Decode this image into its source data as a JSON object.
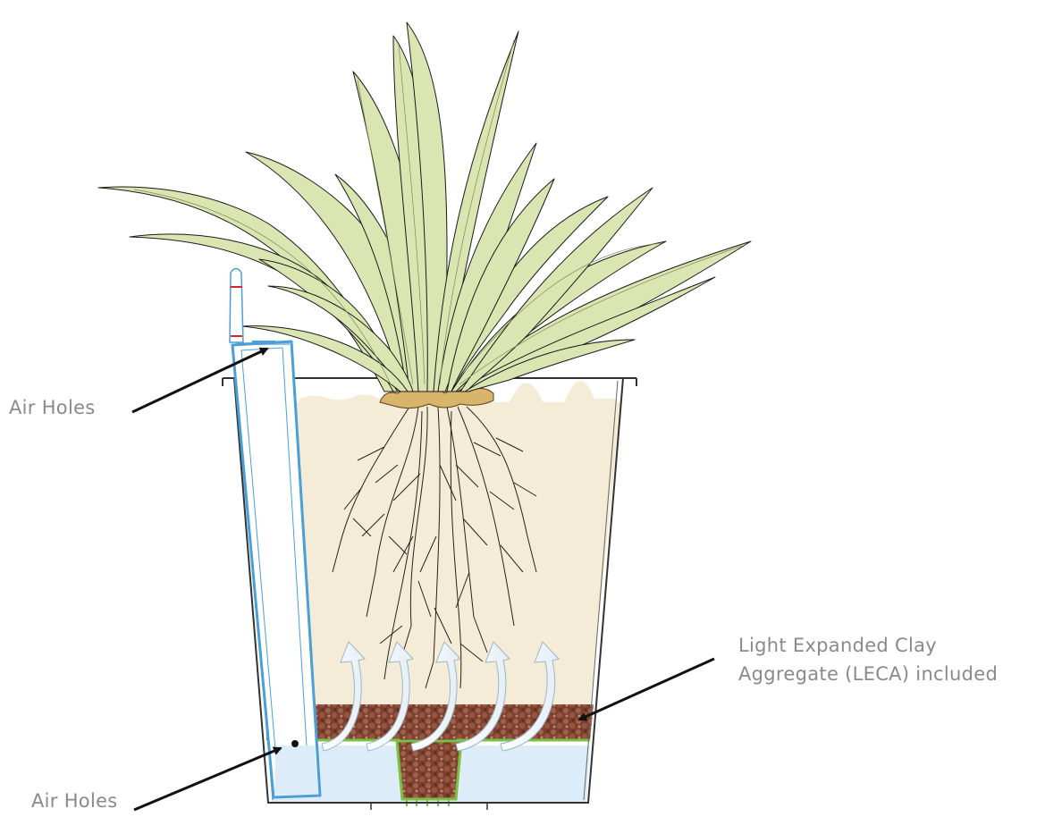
{
  "labels": {
    "air_holes_top": "Air Holes",
    "air_holes_bottom": "Air Holes",
    "leca_line1": "Light Expanded Clay",
    "leca_line2": "Aggregate (LECA) included"
  },
  "colors": {
    "leaf": "#dbe5b2",
    "soil": "#f4ecd6",
    "water": "#dcecf8",
    "clay": "#8a4a36",
    "indicator": "#4a9fd8",
    "green_rim": "#7ac143",
    "outline": "#333333",
    "label_text": "#8a8a8a"
  }
}
